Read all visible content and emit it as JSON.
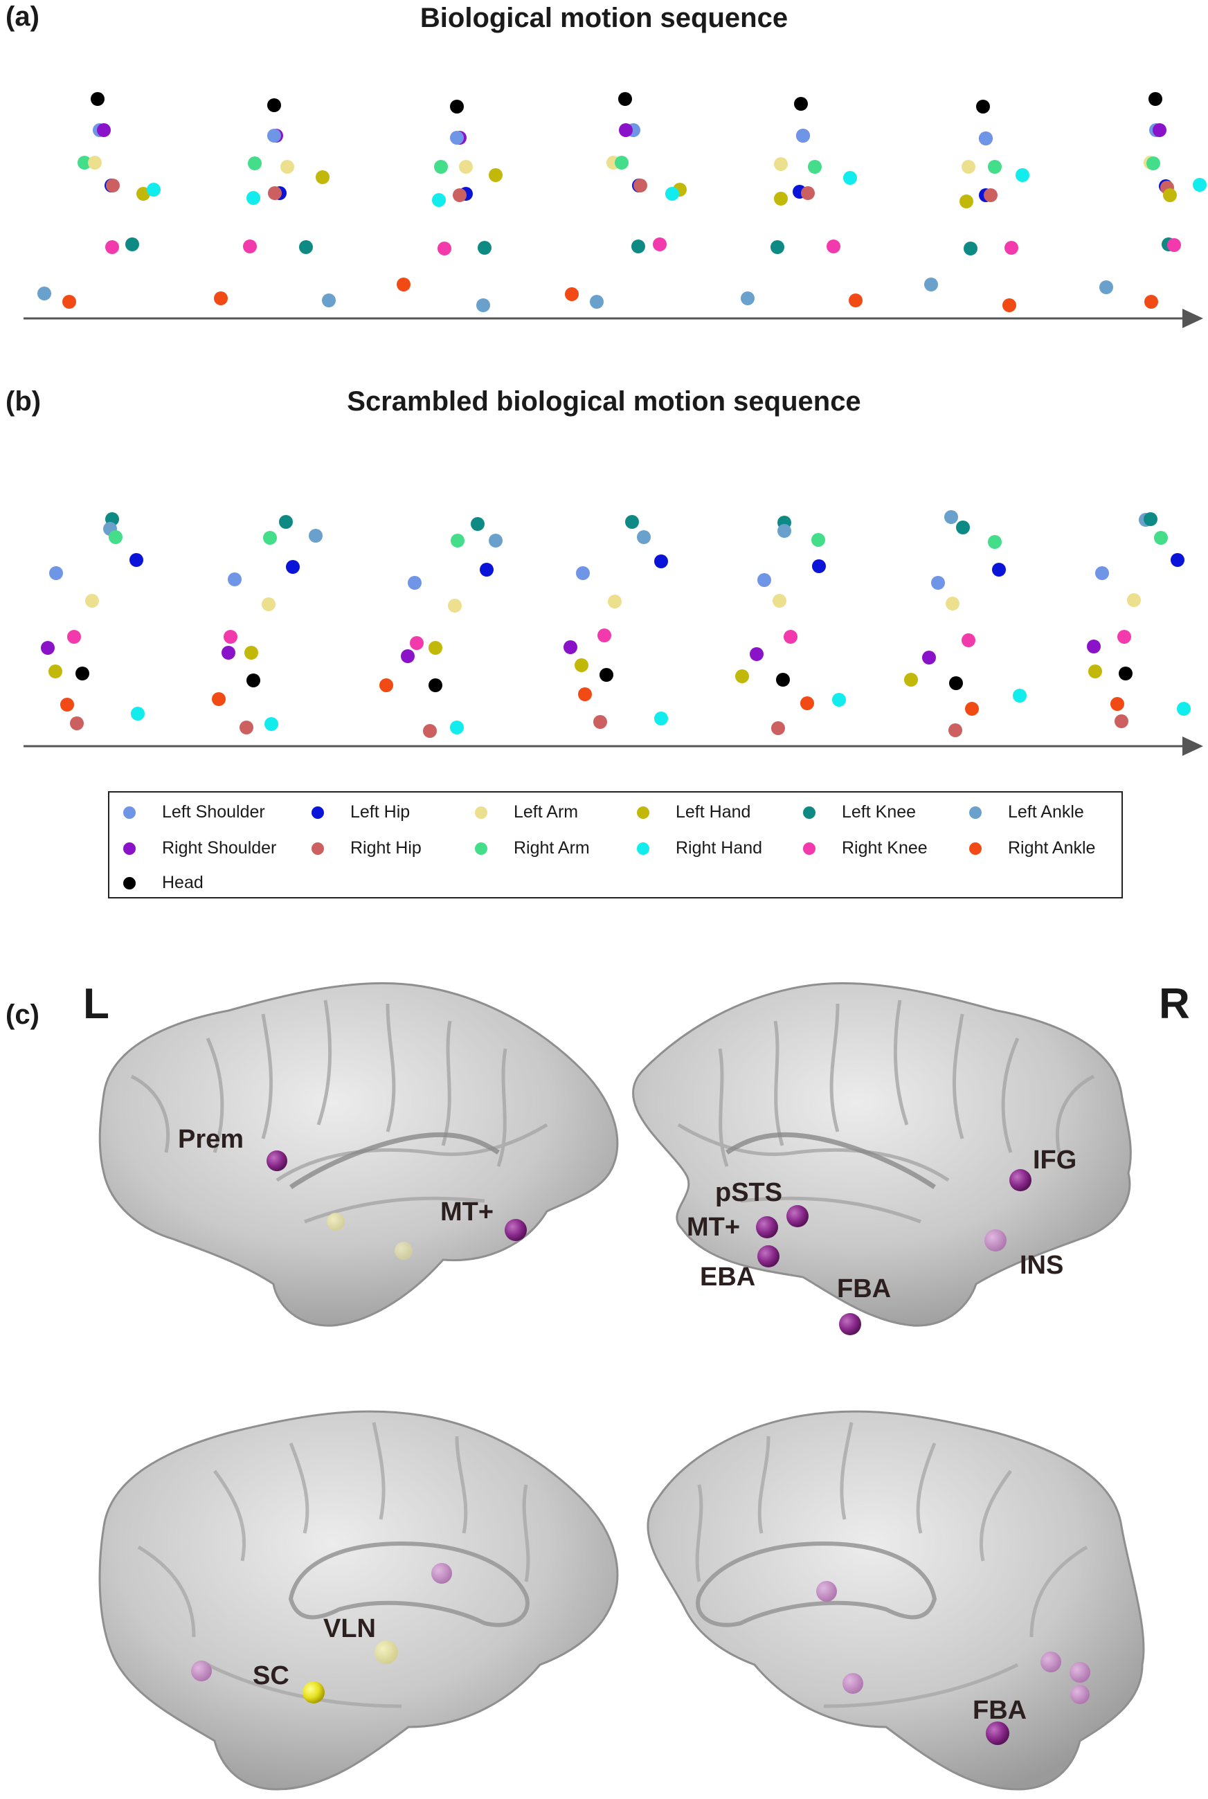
{
  "panels": {
    "a": {
      "label": "(a)",
      "title": "Biological motion sequence"
    },
    "b": {
      "label": "(b)",
      "title": "Scrambled biological motion sequence"
    },
    "c": {
      "label": "(c)",
      "left_hemi": "L",
      "right_hemi": "R"
    }
  },
  "legend": {
    "items": [
      {
        "label": "Left Shoulder",
        "color": "#6f95e6"
      },
      {
        "label": "Left Hip",
        "color": "#0a14d8"
      },
      {
        "label": "Left Arm",
        "color": "#ece08e"
      },
      {
        "label": "Left Hand",
        "color": "#c2b80a"
      },
      {
        "label": "Left Knee",
        "color": "#0e8a84"
      },
      {
        "label": "Left Ankle",
        "color": "#6aa0cc"
      },
      {
        "label": "Right Shoulder",
        "color": "#8a12c8"
      },
      {
        "label": "Right Hip",
        "color": "#cc6060"
      },
      {
        "label": "Right Arm",
        "color": "#44dd8a"
      },
      {
        "label": "Right Hand",
        "color": "#12ecec"
      },
      {
        "label": "Right Knee",
        "color": "#f23aad"
      },
      {
        "label": "Right Ankle",
        "color": "#f24a14"
      },
      {
        "label": "Head",
        "color": "#000000"
      }
    ]
  },
  "brain_regions": {
    "left_lateral": [
      "Prem",
      "MT+"
    ],
    "right_lateral": [
      "IFG",
      "pSTS",
      "MT+",
      "INS",
      "EBA",
      "FBA"
    ],
    "left_medial": [
      "VLN",
      "SC"
    ],
    "right_medial": [
      "FBA"
    ]
  },
  "colors": {
    "purple_node": "#8a2a8c",
    "yellow_node": "#e6e020",
    "brain": "#c8c8c8",
    "axis": "#555555"
  }
}
